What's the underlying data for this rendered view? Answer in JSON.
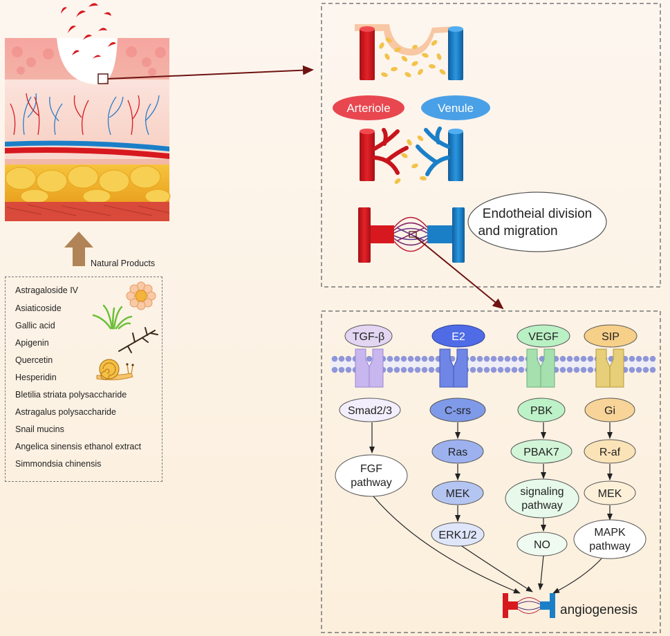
{
  "natural_products": {
    "title": "Natural Products",
    "items": [
      "Astragaloside IV",
      "Asiaticoside",
      "Gallic acid",
      "Apigenin",
      "Quercetin",
      "Hesperidin",
      "Bletilia striata polysaccharide",
      "Astragalus polysaccharide",
      "Snail mucins",
      "Angelica sinensis ethanol extract",
      "Simmondsia chinensis"
    ]
  },
  "vessels": {
    "arteriole": "Arteriole",
    "venule": "Venule",
    "endothelial_line1": "Endotheial division",
    "endothelial_line2": "and migration"
  },
  "pathways": {
    "tgf": {
      "ligand": "TGF-β",
      "step1": "Smad2/3",
      "step2_line1": "FGF",
      "step2_line2": "pathway"
    },
    "e2": {
      "ligand": "E2",
      "step1": "C-srs",
      "step2": "Ras",
      "step3": "MEK",
      "step4": "ERK1/2"
    },
    "vegf": {
      "ligand": "VEGF",
      "step1": "PBK",
      "step2": "PBAK7",
      "step3_line1": "signaling",
      "step3_line2": "pathway",
      "step4": "NO"
    },
    "sip": {
      "ligand": "SIP",
      "step1": "Gi",
      "step2": "R-af",
      "step3": "MEK",
      "step4_line1": "MAPK",
      "step4_line2": "pathway"
    },
    "outcome": "angiogenesis"
  },
  "colors": {
    "artery_red": "#d7191f",
    "vein_blue": "#1b7fc8",
    "tgf_purple": "#e2d6f3",
    "e2_blue": "#8ea8f0",
    "vegf_green": "#b9f0c4",
    "sip_orange": "#f6cf88"
  }
}
